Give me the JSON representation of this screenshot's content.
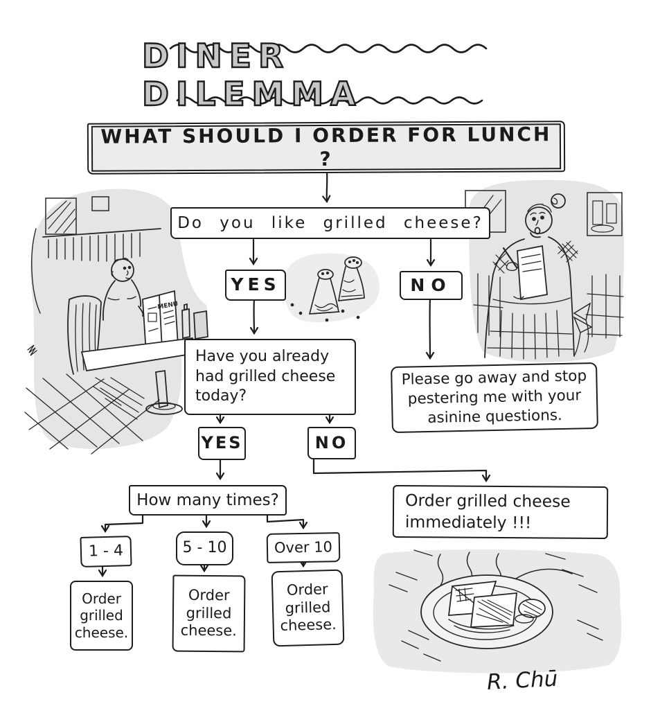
{
  "title": "DINER DILEMMA",
  "flowchart": {
    "banner": "WHAT SHOULD I ORDER FOR LUNCH ?",
    "q_like": "Do you like grilled cheese?",
    "yes_1": "YES",
    "no_1": "NO",
    "q_already": "Have you already had grilled cheese today?",
    "go_away": "Please go away and stop pestering me with your asinine questions.",
    "yes_2": "YES",
    "no_2": "NO",
    "q_times": "How many times?",
    "range_low": "1 - 4",
    "range_mid": "5 - 10",
    "range_high": "Over 10",
    "order_low": "Order grilled cheese.",
    "order_mid": "Order grilled cheese.",
    "order_high": "Order grilled cheese.",
    "order_now": "Order grilled cheese immediately !!!"
  },
  "illustrations": {
    "menu_label": "MENU"
  },
  "signature": "R. Chū",
  "colors": {
    "ink": "#1c1c1c",
    "wash": "#e3e6e4",
    "title_letter_fill": "#c7c7c7",
    "banner_fill": "#ececec"
  }
}
